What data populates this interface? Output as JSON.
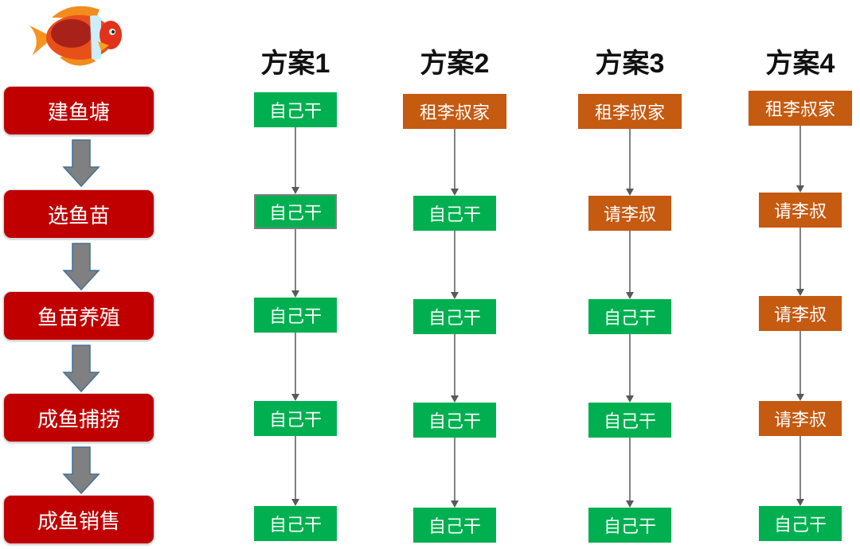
{
  "stages": [
    {
      "label": "建鱼塘"
    },
    {
      "label": "选鱼苗"
    },
    {
      "label": "鱼苗养殖"
    },
    {
      "label": "成鱼捕捞"
    },
    {
      "label": "成鱼销售"
    }
  ],
  "plans": [
    {
      "title": "方案1",
      "steps": [
        {
          "label": "自己干",
          "type": "self"
        },
        {
          "label": "自己干",
          "type": "self"
        },
        {
          "label": "自己干",
          "type": "self"
        },
        {
          "label": "自己干",
          "type": "self"
        },
        {
          "label": "自己干",
          "type": "self"
        }
      ]
    },
    {
      "title": "方案2",
      "steps": [
        {
          "label": "租李叔家",
          "type": "uncle"
        },
        {
          "label": "自己干",
          "type": "self"
        },
        {
          "label": "自己干",
          "type": "self"
        },
        {
          "label": "自己干",
          "type": "self"
        },
        {
          "label": "自己干",
          "type": "self"
        }
      ]
    },
    {
      "title": "方案3",
      "steps": [
        {
          "label": "租李叔家",
          "type": "uncle"
        },
        {
          "label": "请李叔",
          "type": "uncle"
        },
        {
          "label": "自己干",
          "type": "self"
        },
        {
          "label": "自己干",
          "type": "self"
        },
        {
          "label": "自己干",
          "type": "self"
        }
      ]
    },
    {
      "title": "方案4",
      "steps": [
        {
          "label": "租李叔家",
          "type": "uncle"
        },
        {
          "label": "请李叔",
          "type": "uncle"
        },
        {
          "label": "请李叔",
          "type": "uncle"
        },
        {
          "label": "请李叔",
          "type": "uncle"
        },
        {
          "label": "自己干",
          "type": "self"
        }
      ]
    }
  ],
  "colors": {
    "stage": "#c00000",
    "self": "#00b050",
    "uncle": "#c55a11",
    "arrow": "#808080",
    "connector": "#595959"
  },
  "icons": {
    "logo": "clownfish-icon"
  }
}
